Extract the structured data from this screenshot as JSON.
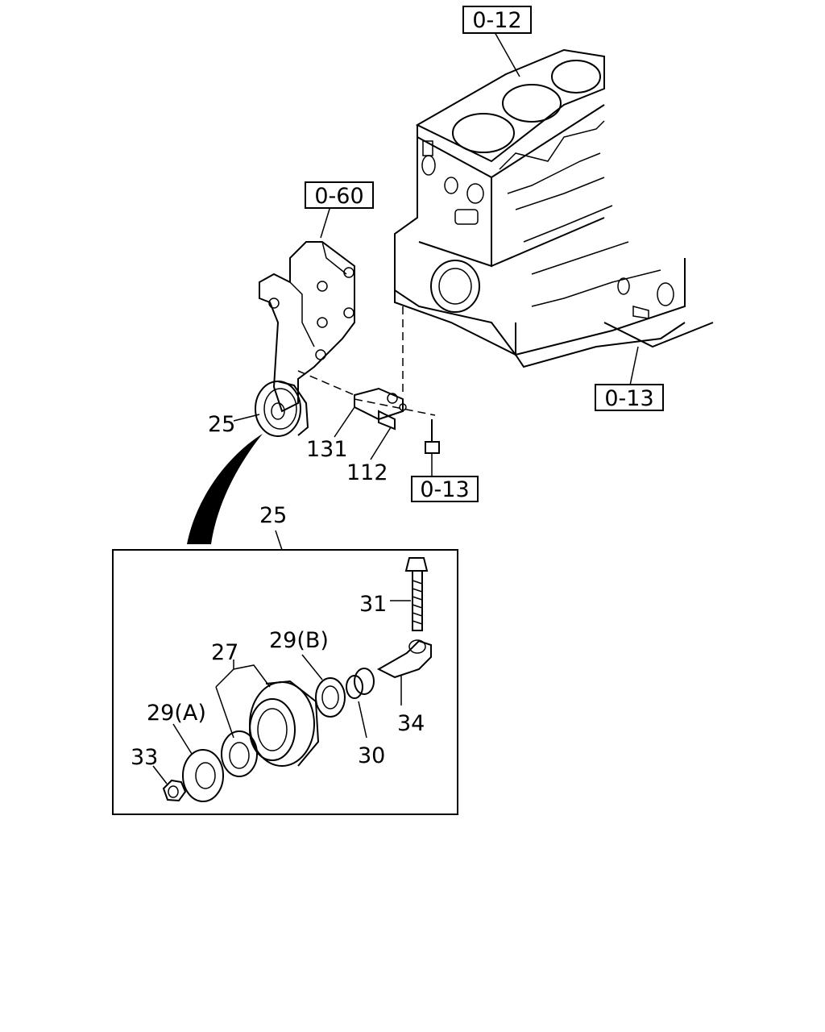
{
  "references": {
    "ref_0_12": "0-12",
    "ref_0_60": "0-60",
    "ref_0_13_right": "0-13",
    "ref_0_13_bottom": "0-13"
  },
  "parts": {
    "p25_top": "25",
    "p131": "131",
    "p112": "112",
    "p25_detail": "25",
    "p31": "31",
    "p27": "27",
    "p29b": "29(B)",
    "p29a": "29(A)",
    "p33": "33",
    "p30": "30",
    "p34": "34"
  }
}
